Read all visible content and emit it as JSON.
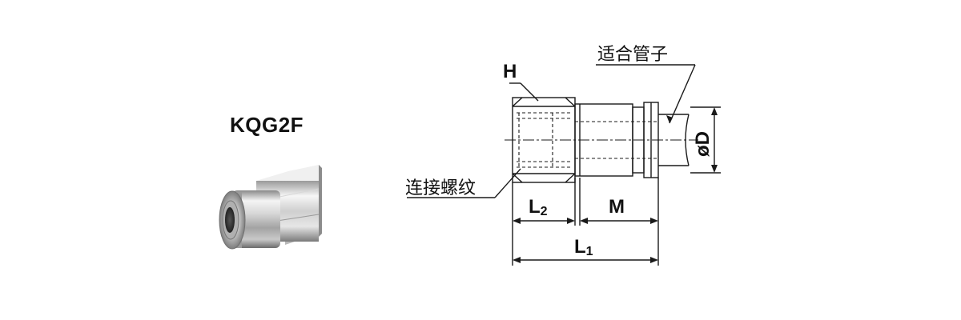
{
  "product": {
    "model": "KQG2F"
  },
  "drawing": {
    "hex_label": "H",
    "tube_callout": "适合管子",
    "thread_callout": "连接螺纹",
    "diameter_label": "øD",
    "dim_l2_main": "L",
    "dim_l2_sub": "2",
    "dim_m": "M",
    "dim_l1_main": "L",
    "dim_l1_sub": "1"
  },
  "colors": {
    "line": "#1a1a1a",
    "metal_light": "#eeeeee",
    "metal_dark": "#6e6e6e"
  }
}
